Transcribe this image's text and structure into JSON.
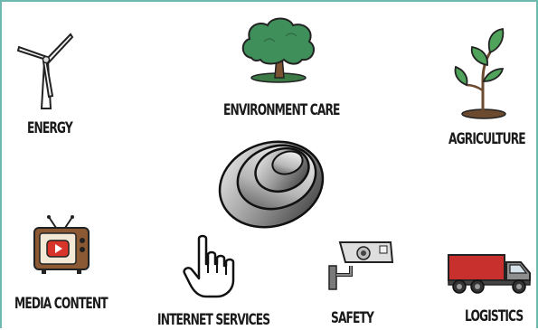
{
  "labels": {
    "energy": "ENERGY",
    "environment_care": "ENVIRONMENT CARE",
    "agriculture": "AGRICULTURE",
    "media_content": "MEDIA CONTENT",
    "internet_services": "INTERNET SERVICES",
    "safety": "SAFETY",
    "logistics": "LOGISTICS"
  },
  "icons": {
    "energy": "wind-turbine-icon",
    "environment_care": "tree-icon",
    "agriculture": "sprout-icon",
    "media_content": "tv-icon",
    "internet_services": "pointer-hand-icon",
    "safety": "security-camera-icon",
    "logistics": "truck-icon",
    "center": "concentric-rings-logo"
  },
  "colors": {
    "border": "#6fb8b0",
    "tree_green": "#3f8f5a",
    "sprout_green": "#4fa35a",
    "tv_red": "#d8342a",
    "truck_red": "#c8302e"
  }
}
